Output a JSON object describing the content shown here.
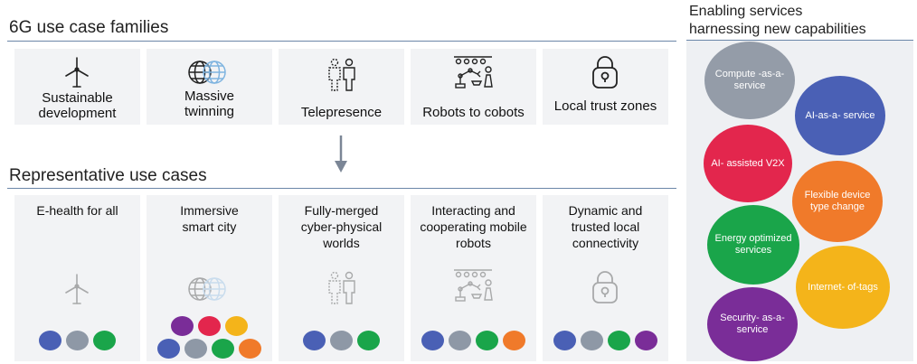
{
  "families_title": "6G use case families",
  "families": [
    {
      "label": "Sustainable development",
      "icon": "wind-turbine-icon"
    },
    {
      "label": "Massive twinning",
      "icon": "twin-globe-icon"
    },
    {
      "label": "Telepresence",
      "icon": "hologram-person-icon"
    },
    {
      "label": "Robots to cobots",
      "icon": "robot-arm-icon"
    },
    {
      "label": "Local trust zones",
      "icon": "padlock-icon"
    }
  ],
  "use_cases_title": "Representative use cases",
  "use_cases": [
    {
      "label": "E-health for all",
      "icon": "wind-turbine-icon",
      "dots": [
        "#4a60b5",
        "#8e98a6",
        "#1aa54a"
      ]
    },
    {
      "label": "Immersive smart city",
      "icon": "twin-globe-icon",
      "dots": [
        "#7a2d98",
        "#e3264d",
        "#f4b41a",
        "#4a60b5",
        "#8e98a6",
        "#1aa54a",
        "#f07a2a"
      ]
    },
    {
      "label": "Fully-merged cyber-physical worlds",
      "icon": "hologram-person-icon",
      "dots": [
        "#4a60b5",
        "#8e98a6",
        "#1aa54a"
      ]
    },
    {
      "label": "Interacting and cooperating mobile robots",
      "icon": "robot-arm-icon",
      "dots": [
        "#4a60b5",
        "#8e98a6",
        "#1aa54a",
        "#f07a2a"
      ]
    },
    {
      "label": "Dynamic and trusted local connectivity",
      "icon": "padlock-icon",
      "dots": [
        "#4a60b5",
        "#8e98a6",
        "#1aa54a",
        "#7a2d98"
      ]
    }
  ],
  "services_title_line1": "Enabling services",
  "services_title_line2": "harnessing new capabilities",
  "services": [
    {
      "label": "Compute -as-a- service",
      "color": "#949ca8"
    },
    {
      "label": "AI-as-a- service",
      "color": "#4a60b5"
    },
    {
      "label": "AI- assisted V2X",
      "color": "#e3264d"
    },
    {
      "label": "Flexible device type change",
      "color": "#f07a2a"
    },
    {
      "label": "Energy optimized services",
      "color": "#1aa54a"
    },
    {
      "label": "Internet- of-tags",
      "color": "#f4b41a"
    },
    {
      "label": "Security- as-a- service",
      "color": "#7a2d98"
    }
  ]
}
